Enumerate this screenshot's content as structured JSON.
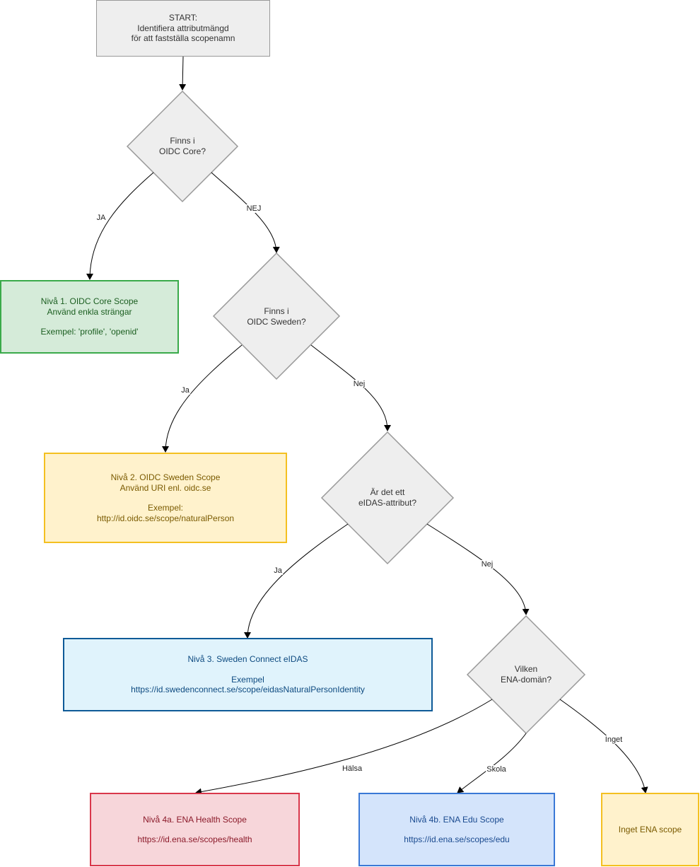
{
  "start": {
    "line1": "START:",
    "line2": "Identifiera attributmängd",
    "line3": "för att fastställa scopenamn"
  },
  "decisions": {
    "oidc_core": {
      "line1": "Finns i",
      "line2": "OIDC Core?"
    },
    "oidc_sweden": {
      "line1": "Finns i",
      "line2": "OIDC Sweden?"
    },
    "eidas": {
      "line1": "Är det ett",
      "line2": "eIDAS-attribut?"
    },
    "ena": {
      "line1": "Vilken",
      "line2": "ENA-domän?"
    }
  },
  "results": {
    "level1": {
      "title": "Nivå 1. OIDC Core Scope",
      "line2": "Använd enkla strängar",
      "example": "Exempel: 'profile', 'openid'"
    },
    "level2": {
      "title": "Nivå 2. OIDC Sweden Scope",
      "line2": "Använd URI enl. oidc.se",
      "example_label": "Exempel:",
      "example": "http://id.oidc.se/scope/naturalPerson"
    },
    "level3": {
      "title": "Nivå 3. Sweden Connect eIDAS",
      "example_label": "Exempel",
      "example": "https://id.swedenconnect.se/scope/eidasNaturalPersonIdentity"
    },
    "level4a": {
      "title": "Nivå 4a. ENA Health Scope",
      "example": "https://id.ena.se/scopes/health"
    },
    "level4b": {
      "title": "Nivå 4b. ENA Edu Scope",
      "example": "https://id.ena.se/scopes/edu"
    },
    "none": {
      "title": "Inget ENA scope"
    }
  },
  "edge_labels": {
    "core_yes": "JA",
    "core_no": "NEJ",
    "sweden_yes": "Ja",
    "sweden_no": "Nej",
    "eidas_yes": "Ja",
    "eidas_no": "Nej",
    "ena_health": "Hälsa",
    "ena_school": "Skola",
    "ena_none": "Inget"
  },
  "colors": {
    "start_fill": "#eeeeee",
    "start_stroke": "#999999",
    "decision_fill": "#eeeeee",
    "decision_stroke": "#999999",
    "green_fill": "#d5ebd9",
    "green_stroke": "#3aaa4a",
    "green_text": "#1b5e20",
    "yellow_fill": "#fff2cc",
    "yellow_stroke": "#f4c020",
    "yellow_text": "#7a5a00",
    "blue_fill": "#e0f3fc",
    "blue_stroke": "#0e5a97",
    "blue_text": "#0d4a80",
    "red_fill": "#f7d6da",
    "red_stroke": "#d9374b",
    "red_text": "#8b1a2a",
    "lightblue_fill": "#d4e4fb",
    "lightblue_stroke": "#3a78d6",
    "lightblue_text": "#1a4a8f"
  }
}
